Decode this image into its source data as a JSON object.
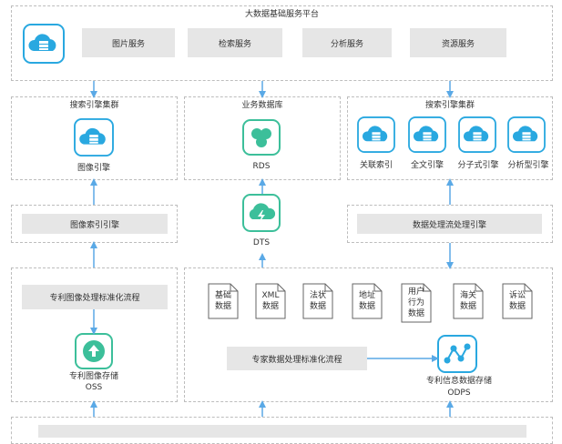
{
  "top": {
    "title": "大数据基础服务平台",
    "services": [
      "图片服务",
      "检索服务",
      "分析服务",
      "资源服务"
    ]
  },
  "left_top": {
    "title": "搜索引擎集群",
    "engine_label": "图像引擎"
  },
  "mid_top": {
    "title": "业务数据库",
    "rds_label": "RDS"
  },
  "right_top": {
    "title": "搜索引擎集群",
    "engines": [
      "关联索引",
      "全文引擎",
      "分子式引擎",
      "分析型引擎"
    ]
  },
  "left_mid": {
    "label": "图像索引引擎"
  },
  "mid_mid": {
    "dts_label": "DTS"
  },
  "right_mid": {
    "label": "数据处理流处理引擎"
  },
  "left_bottom": {
    "process_label": "专利图像处理标准化流程",
    "storage_label": "专利图像存储",
    "oss_label": "OSS"
  },
  "right_bottom": {
    "docs": [
      "基础\n数据",
      "XML\n数据",
      "法状\n数据",
      "地址\n数据",
      "用户\n行为\n数据",
      "海关\n数据",
      "诉讼\n数据"
    ],
    "process_label": "专家数据处理标准化流程",
    "storage_label": "专利信息数据存储",
    "odps_label": "ODPS"
  },
  "colors": {
    "accent": "#29a8e0",
    "green": "#3cbf9a",
    "gray": "#e6e6e6",
    "border": "#bdbdbd",
    "arrow": "#5aa9e6"
  }
}
